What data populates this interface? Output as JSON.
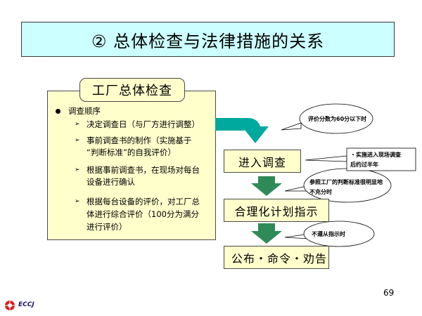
{
  "title": "② 总体检查与法律措施的关系",
  "panel": {
    "header": "工厂总体检查",
    "heading": "调查顺序",
    "items": [
      {
        "lines": [
          "决定调查日（与厂方进行调整）"
        ]
      },
      {
        "lines": [
          "事前调查书的制作（实施基于",
          "“判断标准”的自我评价）"
        ]
      },
      {
        "lines": [
          "根据事前调查书，在现场对每台",
          "设备进行确认"
        ]
      },
      {
        "lines": [
          "根据每台设备的评价，对工厂总",
          "体进行综合评价（100分为满分",
          "进行评价）"
        ]
      }
    ]
  },
  "steps": [
    "进入调查",
    "合理化计划指示",
    "公布・命令・劝告"
  ],
  "callouts": {
    "score_condition": "评价分数为60分以下时",
    "site_survey": [
      "・实施进入现场调查",
      "后约过半年"
    ],
    "insufficient": [
      "参照工厂的判断标准很明显地",
      "不充分时"
    ],
    "noncompliance": "不遵从指示时"
  },
  "colors": {
    "title_bg": "#ccffff",
    "box_bg": "#ffffcc",
    "arrow_teal": "#00a99d",
    "arrow_green": "#2e8b57"
  },
  "page_number": "69",
  "logo": "ECCJ"
}
